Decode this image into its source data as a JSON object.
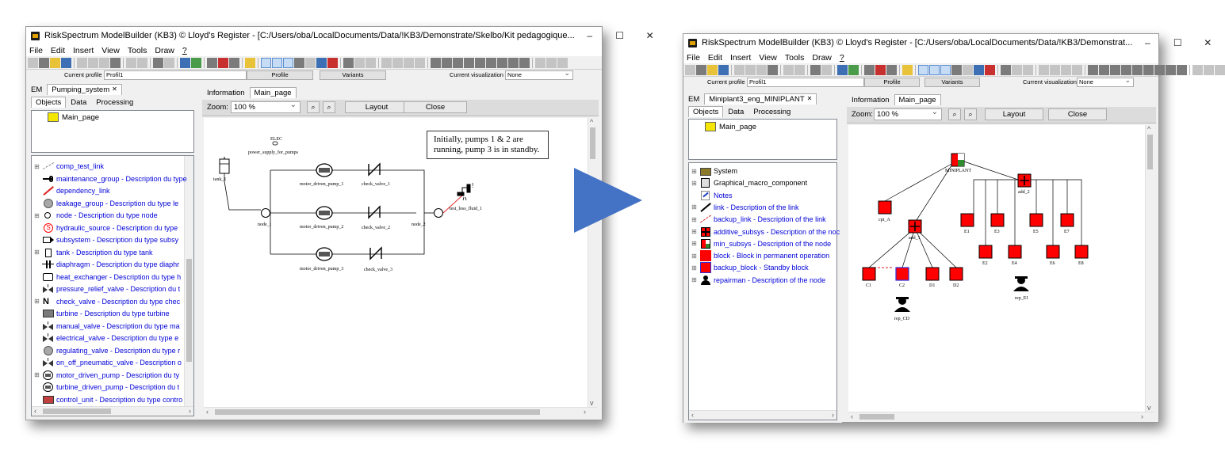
{
  "window1": {
    "title": "RiskSpectrum ModelBuilder (KB3) © Lloyd's Register - [C:/Users/oba/LocalDocuments/Data/!KB3/Demonstrate/Skelbo/Kit pedagogique...",
    "window_buttons": {
      "minimize": "–",
      "maximize": "☐",
      "close": "✕"
    },
    "menu": [
      "File",
      "Edit",
      "Insert",
      "View",
      "Tools",
      "Draw",
      "?"
    ],
    "profile_bar": {
      "current_profile_label": "Current profile",
      "current_profile_value": "Profil1",
      "profile_button": "Profile",
      "variants_button": "Variants",
      "current_visualization_label": "Current visualization",
      "visualization_value": "None"
    },
    "left_tabs": [
      "EM",
      "Pumping_system"
    ],
    "close_tab": "✕",
    "sub_tabs": [
      "Objects",
      "Data",
      "Processing"
    ],
    "page_item": "Main_page",
    "types": [
      {
        "label": "comp_test_link",
        "icon": "comp-test-link-icon"
      },
      {
        "label": "maintenance_group - Description du type",
        "icon": "wrench-icon"
      },
      {
        "label": "dependency_link",
        "icon": "dependency-arrow-icon"
      },
      {
        "label": "leakage_group - Description du type le",
        "icon": "leakage-circle-icon"
      },
      {
        "label": "node - Description du type node",
        "icon": "node-circle-icon"
      },
      {
        "label": "hydraulic_source - Description du type",
        "icon": "hydraulic-source-icon"
      },
      {
        "label": "subsystem - Description du type subsy",
        "icon": "subsystem-icon"
      },
      {
        "label": "tank - Description du type tank",
        "icon": "tank-icon"
      },
      {
        "label": "diaphragm - Description du type diaphr",
        "icon": "diaphragm-icon"
      },
      {
        "label": "heat_exchanger - Description du type h",
        "icon": "heat-exchanger-icon"
      },
      {
        "label": "pressure_relief_valve - Description du t",
        "icon": "pressure-relief-valve-icon"
      },
      {
        "label": "check_valve - Description du type chec",
        "icon": "check-valve-icon"
      },
      {
        "label": "turbine - Description du type turbine",
        "icon": "turbine-icon"
      },
      {
        "label": "manual_valve - Description du type ma",
        "icon": "manual-valve-icon"
      },
      {
        "label": "electrical_valve - Description du type e",
        "icon": "electrical-valve-icon"
      },
      {
        "label": "regulating_valve - Description du type r",
        "icon": "regulating-valve-icon"
      },
      {
        "label": "on_off_pneumatic_valve - Description o",
        "icon": "pneumatic-valve-icon"
      },
      {
        "label": "motor_driven_pump - Description du ty",
        "icon": "motor-pump-icon"
      },
      {
        "label": "turbine_driven_pump - Description du t",
        "icon": "turbine-pump-icon"
      },
      {
        "label": "control_unit - Description du type contro",
        "icon": "control-unit-icon"
      }
    ],
    "right_tabs": [
      "Information",
      "Main_page"
    ],
    "zoom_label": "Zoom:",
    "zoom_value": "100 %",
    "layout_button": "Layout",
    "close_button": "Close",
    "diagram": {
      "note": "Initially, pumps 1 & 2 are running, pump 3 is in standby.",
      "elec": "ELEC",
      "power_supply": "power_supply_for_pumps",
      "tank": "tank_1",
      "node1": "node_1",
      "node2": "node_2",
      "pump1": "motor_driven_pump_1",
      "pump2": "motor_driven_pump_2",
      "pump3": "motor_driven_pump_3",
      "cv1": "check_valve_1",
      "cv2": "check_valve_2",
      "cv3": "check_valve_3",
      "loss": "test_loss_fluid_1"
    }
  },
  "window2": {
    "title": "RiskSpectrum ModelBuilder (KB3) © Lloyd's Register - [C:/Users/oba/LocalDocuments/Data/!KB3/Demonstrat...",
    "window_buttons": {
      "minimize": "–",
      "maximize": "☐",
      "close": "✕"
    },
    "menu": [
      "File",
      "Edit",
      "Insert",
      "View",
      "Tools",
      "Draw",
      "?"
    ],
    "profile_bar": {
      "current_profile_label": "Current profile",
      "current_profile_value": "Profil1",
      "profile_button": "Profile",
      "variants_button": "Variants",
      "current_visualization_label": "Current visualization",
      "visualization_value": "None"
    },
    "left_tabs": [
      "EM",
      "Miniplant3_eng_MINIPLANT"
    ],
    "close_tab": "✕",
    "sub_tabs": [
      "Objects",
      "Data",
      "Processing"
    ],
    "page_item": "Main_page",
    "types": [
      {
        "label": "System",
        "icon": "folder-icon",
        "dark": true
      },
      {
        "label": "Graphical_macro_component",
        "icon": "macro-component-icon",
        "dark": true
      },
      {
        "label": "Notes",
        "icon": "notes-icon"
      },
      {
        "label": "link - Description of the link",
        "icon": "link-arrow-icon"
      },
      {
        "label": "backup_link - Description of the link",
        "icon": "backup-link-icon"
      },
      {
        "label": "additive_subsys - Description of the noc",
        "icon": "additive-subsys-icon"
      },
      {
        "label": "min_subsys - Description of the node",
        "icon": "min-subsys-icon"
      },
      {
        "label": "block - Block in permanent operation",
        "icon": "block-icon"
      },
      {
        "label": "backup_block - Standby block",
        "icon": "backup-block-icon"
      },
      {
        "label": "repairman - Description of the node",
        "icon": "repairman-icon"
      }
    ],
    "right_tabs": [
      "Information",
      "Main_page"
    ],
    "zoom_label": "Zoom:",
    "zoom_value": "100 %",
    "layout_button": "Layout",
    "close_button": "Close",
    "diagram": {
      "miniplant": "MINIPLANT",
      "cpt_a": "cpt_A",
      "add_1": "add_1",
      "add_2": "add_2",
      "c1": "C1",
      "c2": "C2",
      "d1": "D1",
      "d2": "D2",
      "e1": "E1",
      "e2": "E2",
      "e3": "E3",
      "e4": "E4",
      "e5": "E5",
      "e6": "E6",
      "e7": "E7",
      "e8": "E8",
      "rep_cd": "rep_CD",
      "rep_ei": "rep_EI"
    }
  },
  "colors": {
    "accent_arrow": "#4472c4",
    "link_text": "#0000d8",
    "block_red": "#ff0000",
    "dependency_red": "#e02020"
  }
}
